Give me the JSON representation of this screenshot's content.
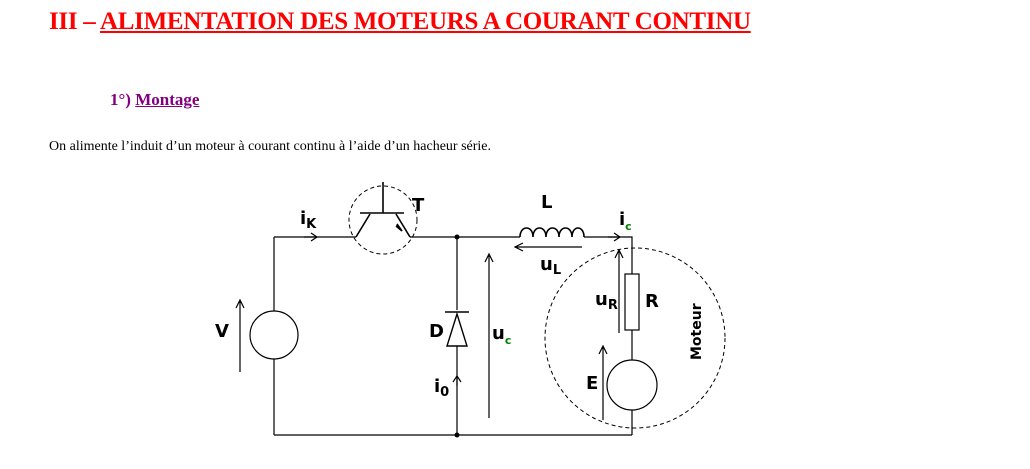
{
  "section": {
    "number": "III – ",
    "title": "ALIMENTATION DES MOTEURS A COURANT CONTINU",
    "color": "#ff0000"
  },
  "subsection": {
    "number": "1°) ",
    "title": "Montage",
    "color": "#800080"
  },
  "paragraph": "On alimente l’induit d’un moteur à courant continu à l’aide d’un hacheur série.",
  "circuit": {
    "labels": {
      "ik_main": "i",
      "ik_sub": "K",
      "transistor": "T",
      "inductor": "L",
      "ic_main": "i",
      "ic_sub": "c",
      "ul_main": "u",
      "ul_sub": "L",
      "source": "V",
      "diode": "D",
      "uc_main": "u",
      "uc_sub": "c",
      "ur_main": "u",
      "ur_sub": "R",
      "resistor": "R",
      "motor": "Moteur",
      "emf": "E",
      "i0_main": "i",
      "i0_sub": "0"
    },
    "subscript_green": "#008000"
  }
}
